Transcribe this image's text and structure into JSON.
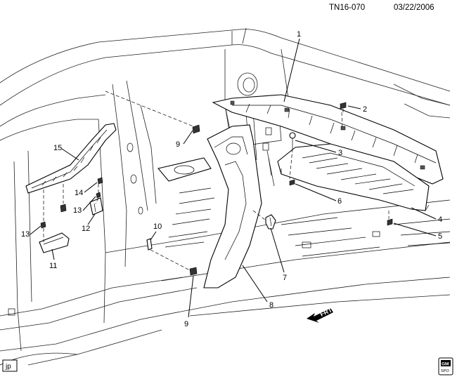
{
  "header": {
    "code": "TN16-070",
    "date": "03/22/2006"
  },
  "badges": {
    "corner_left": "jp",
    "corner_right_top": "GM",
    "corner_right_bottom": "SPO"
  },
  "direction": {
    "label": "FRT"
  },
  "callouts": [
    "1",
    "2",
    "3",
    "4",
    "5",
    "6",
    "7",
    "8",
    "9",
    "9",
    "10",
    "11",
    "12",
    "13",
    "13",
    "14",
    "15"
  ]
}
